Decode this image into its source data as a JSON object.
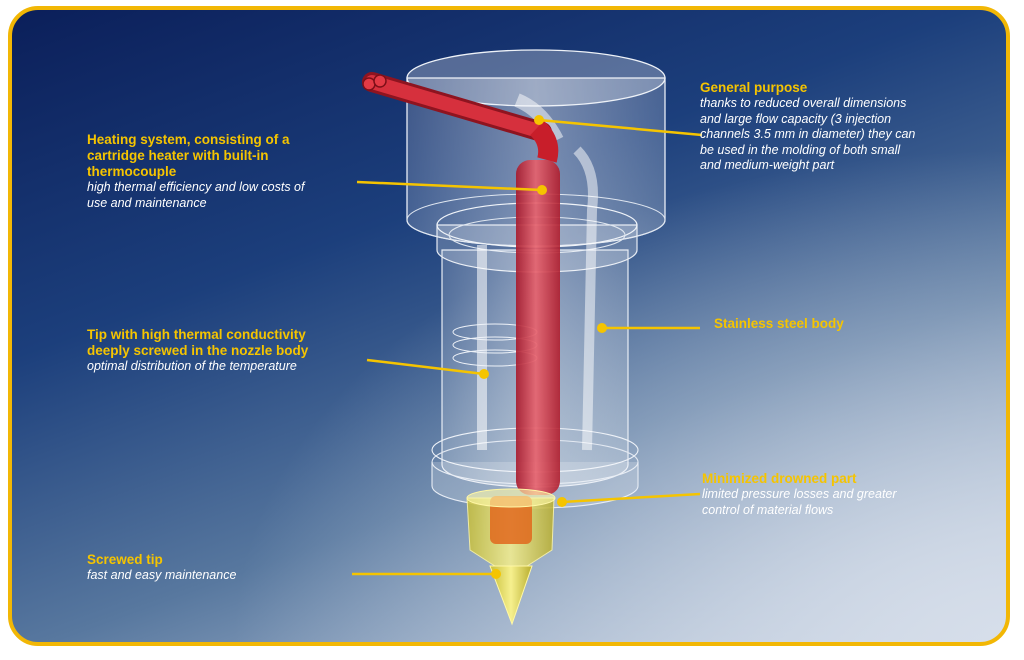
{
  "callouts": {
    "heating": {
      "title": "Heating system, consisting of a\ncartridge heater with built-in\nthermocouple",
      "desc": "high thermal efficiency and low costs of\nuse and maintenance"
    },
    "general": {
      "title": "General purpose",
      "desc": "thanks to reduced overall dimensions\nand large flow capacity (3 injection\nchannels 3.5 mm in diameter) they can\nbe used in the molding of both small\nand medium-weight part"
    },
    "stainless": {
      "title": "Stainless steel body"
    },
    "tip_conductivity": {
      "title": "Tip with high thermal conductivity\ndeeply screwed in the nozzle body",
      "desc": "optimal distribution of the temperature"
    },
    "drowned": {
      "title": "Minimized drowned part",
      "desc": "limited pressure losses and greater\ncontrol of material flows"
    },
    "screwed": {
      "title": "Screwed tip",
      "desc": "fast and easy maintenance"
    }
  },
  "colors": {
    "frame_border": "#f2b705",
    "title_text": "#f5c400",
    "desc_text": "#ffffff",
    "heater": "#c81e2a",
    "tip": "#e8e36a",
    "leader_line": "#f5c400"
  }
}
